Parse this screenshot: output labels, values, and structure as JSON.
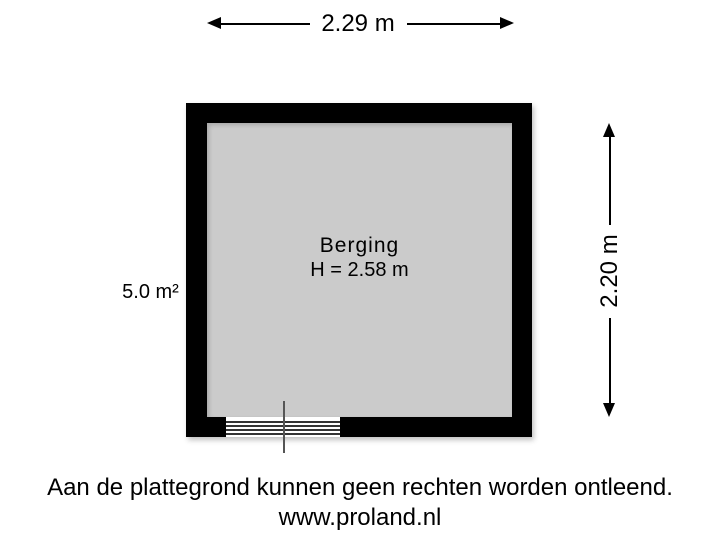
{
  "floorplan": {
    "room": {
      "name": "Berging",
      "height_label": "H = 2.58 m",
      "area_label": "5.0 m²"
    },
    "dimensions": {
      "width_label": "2.29 m",
      "depth_label": "2.20 m"
    },
    "colors": {
      "wall": "#000000",
      "floor": "#cbcbcb",
      "background": "#ffffff"
    }
  },
  "footer": {
    "disclaimer": "Aan de plattegrond kunnen geen rechten worden ontleend.",
    "website": "www.proland.nl"
  }
}
